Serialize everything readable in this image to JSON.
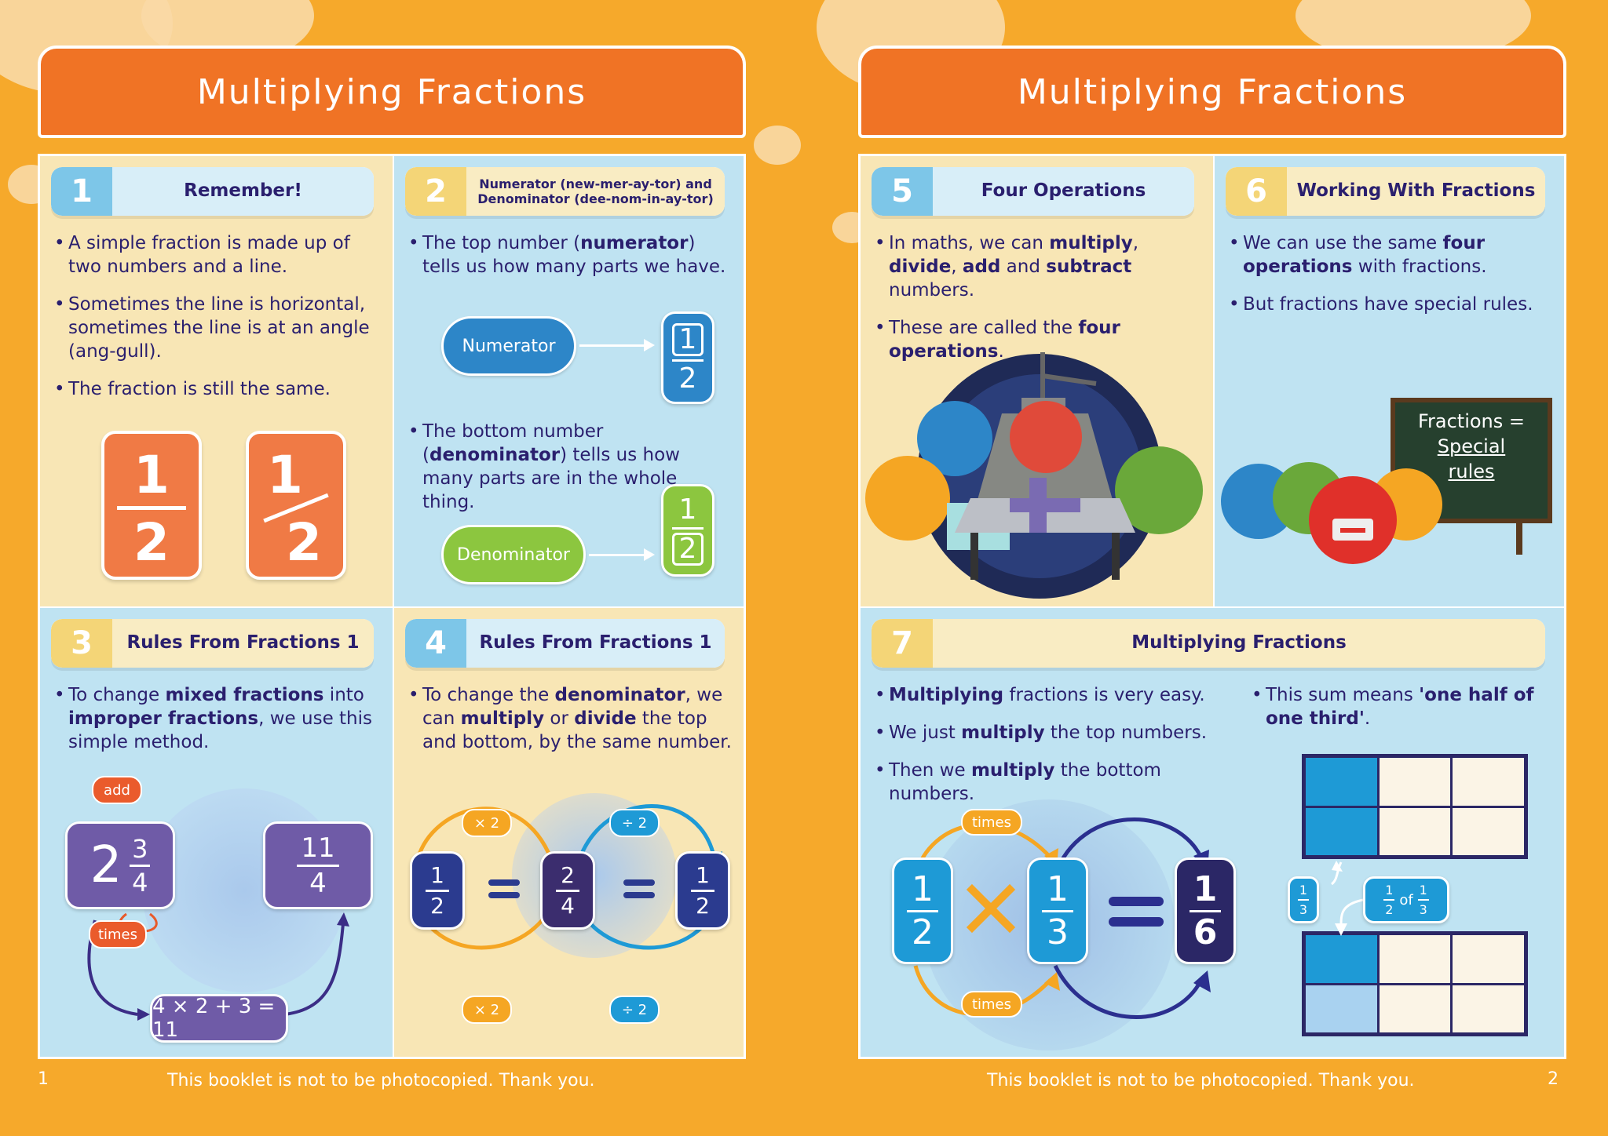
{
  "left_page": {
    "title": "Multiplying Fractions",
    "footer": "This booklet is not to be photocopied. Thank you.",
    "page_number": "1",
    "section1": {
      "number": "1",
      "heading": "Remember!",
      "bullets": [
        "A simple fraction is made up of two numbers and a line.",
        "Sometimes the line is horizontal, sometimes the line is at an angle (ang-gull).",
        "The fraction is still the same."
      ],
      "fraction_num": "1",
      "fraction_den": "2"
    },
    "section2": {
      "number": "2",
      "heading_line1": "Numerator (new-mer-ay-tor) and",
      "heading_line2": "Denominator (dee-nom-in-ay-tor)",
      "bullet1_a": "The top number (",
      "bullet1_b": "numerator",
      "bullet1_c": ") tells us how many parts we have.",
      "numerator_label": "Numerator",
      "bullet2_a": "The bottom number (",
      "bullet2_b": "denominator",
      "bullet2_c": ") tells us how many parts are in the whole thing.",
      "denominator_label": "Denominator",
      "fraction_num": "1",
      "fraction_den": "2"
    },
    "section3": {
      "number": "3",
      "heading": "Rules From Fractions 1",
      "bullet_a": "To change ",
      "bullet_b": "mixed fractions",
      "bullet_c": " into ",
      "bullet_d": "improper fractions",
      "bullet_e": ", we use this simple method.",
      "add_label": "add",
      "times_label": "times",
      "whole": "2",
      "mixed_num": "3",
      "mixed_den": "4",
      "improper_num": "11",
      "improper_den": "4",
      "equation": "4 × 2 + 3 = 11"
    },
    "section4": {
      "number": "4",
      "heading": "Rules From Fractions 1",
      "bullet_a": "To change the ",
      "bullet_b": "denominator",
      "bullet_c": ", we can ",
      "bullet_d": "multiply",
      "bullet_e": " or ",
      "bullet_f": "divide",
      "bullet_g": " the top and bottom, by the same number.",
      "times2": "× 2",
      "div2": "÷ 2",
      "f1_num": "1",
      "f1_den": "2",
      "f2_num": "2",
      "f2_den": "4",
      "f3_num": "1",
      "f3_den": "2"
    }
  },
  "right_page": {
    "title": "Multiplying Fractions",
    "footer": "This booklet is not to be photocopied. Thank you.",
    "page_number": "2",
    "section5": {
      "number": "5",
      "heading": "Four Operations",
      "b1_a": "In maths, we can ",
      "b1_b": "multiply",
      "b1_c": ", ",
      "b1_d": "divide",
      "b1_e": ", ",
      "b1_f": "add",
      "b1_g": " and ",
      "b1_h": "subtract",
      "b1_i": " numbers.",
      "b2_a": "These are called the ",
      "b2_b": "four operations",
      "b2_c": "."
    },
    "section6": {
      "number": "6",
      "heading": "Working With Fractions",
      "b1_a": "We can use the same ",
      "b1_b": "four operations",
      "b1_c": " with fractions.",
      "b2": "But fractions have special rules.",
      "board_line1": "Fractions =",
      "board_line2": "Special",
      "board_line3": "rules"
    },
    "section7": {
      "number": "7",
      "heading": "Multiplying Fractions",
      "b1_a": "Multiplying",
      "b1_b": " fractions is very easy.",
      "b2_a": "We just ",
      "b2_b": "multiply",
      "b2_c": " the top numbers.",
      "b3_a": "Then we ",
      "b3_b": "multiply",
      "b3_c": " the bottom numbers.",
      "b4_a": "This sum means ",
      "b4_b": "'one half of one third'",
      "b4_c": ".",
      "times_label": "times",
      "f1_num": "1",
      "f1_den": "2",
      "f2_num": "1",
      "f2_den": "3",
      "res_num": "1",
      "res_den": "6",
      "tag_third_num": "1",
      "tag_third_den": "3",
      "tag_of": "of",
      "tag_half_num": "1",
      "tag_half_den": "2",
      "tag_third2_num": "1",
      "tag_third2_den": "3"
    }
  },
  "colors": {
    "background": "#f6a92b",
    "title_orange": "#f07325",
    "cell_yellow": "#f8e6b5",
    "cell_blue": "#bfe3f2",
    "text_navy": "#2a1f6e",
    "numerator_blue": "#2d86c8",
    "denominator_green": "#8cc63f",
    "mixed_purple": "#6f5ba7",
    "fraction_navy": "#2b3b8f",
    "diagram_blue": "#1e9ad6"
  }
}
